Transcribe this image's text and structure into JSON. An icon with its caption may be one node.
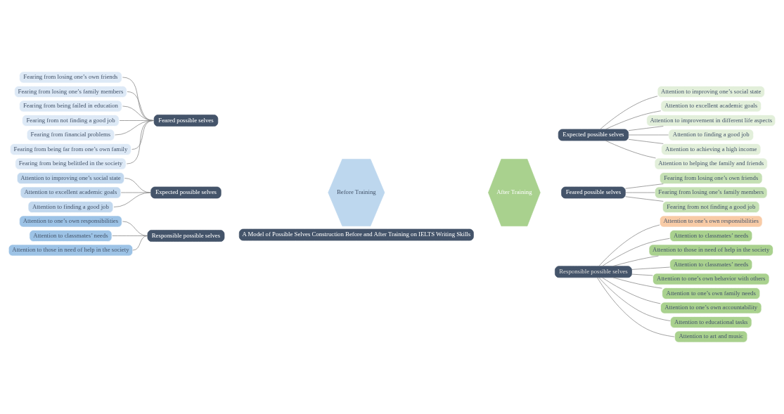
{
  "diagram": {
    "nodes": [
      {
        "text": [
          "A Model of Possible Selves Construction Before and After Training on IELTS Writing Skills"
        ]
      },
      {
        "text": [
          "Before Training"
        ]
      },
      {
        "text": [
          "After Training"
        ]
      },
      {
        "text": [
          "Feared possible selves"
        ]
      },
      {
        "text": [
          "Fearing from losing one’s own friends"
        ]
      },
      {
        "text": [
          "Fearing from losing one’s family members"
        ]
      },
      {
        "text": [
          "Fearing from being failed in education"
        ]
      },
      {
        "text": [
          "Fearing from not finding a good job"
        ]
      },
      {
        "text": [
          "Fearing from financial problems"
        ]
      },
      {
        "text": [
          "Fearing from being far from one’s own family"
        ]
      },
      {
        "text": [
          "Fearing from being belittled in the society"
        ]
      },
      {
        "text": [
          "Expected possible selves"
        ]
      },
      {
        "text": [
          "Attention to improving one’s social state"
        ]
      },
      {
        "text": [
          "Attention to excellent academic goals"
        ]
      },
      {
        "text": [
          "Attention to finding a good job"
        ]
      },
      {
        "text": [
          "Responsible possible selves"
        ]
      },
      {
        "text": [
          "Attention to one’s own responsibilities"
        ]
      },
      {
        "text": [
          "Attention to classmates’ needs"
        ]
      },
      {
        "text": [
          "Attention to those in need of help in the society"
        ]
      },
      {
        "text": [
          "Expected possible selves"
        ]
      },
      {
        "text": [
          "Attention to improving one’s social state"
        ]
      },
      {
        "text": [
          "Attention to excellent academic goals"
        ]
      },
      {
        "text": [
          "Attention to improvement in different life aspects"
        ]
      },
      {
        "text": [
          "Attention to finding a good job"
        ]
      },
      {
        "text": [
          "Attention to achieving a high income"
        ]
      },
      {
        "text": [
          "Attention to helping the family and friends"
        ]
      },
      {
        "text": [
          "Feared possible selves"
        ]
      },
      {
        "text": [
          "Fearing from losing one’s own friends"
        ]
      },
      {
        "text": [
          "Fearing from losing one’s family members"
        ]
      },
      {
        "text": [
          "Fearing from not finding a good job"
        ]
      },
      {
        "text": [
          "Responsible possible selves"
        ]
      },
      {
        "text": [
          "Attention to one’s own responsibilities"
        ]
      },
      {
        "text": [
          "Attention to classmates’ needs"
        ]
      },
      {
        "text": [
          "Attention to those in need of help in the society"
        ]
      },
      {
        "text": [
          "Attention to classmates’ needs"
        ]
      },
      {
        "text": [
          "Attention to one’s own behavior with others"
        ]
      },
      {
        "text": [
          "Attention to one’s own family needs"
        ]
      },
      {
        "text": [
          "Attention to one’s own accountability"
        ]
      },
      {
        "text": [
          "Attention to educational tasks"
        ]
      },
      {
        "text": [
          "Attention to art and music"
        ]
      }
    ],
    "edges": [
      {
        "from": 3,
        "to": 4,
        "arrow": "none"
      },
      {
        "from": 3,
        "to": 5,
        "arrow": "none"
      },
      {
        "from": 3,
        "to": 6,
        "arrow": "none"
      },
      {
        "from": 3,
        "to": 7,
        "arrow": "none"
      },
      {
        "from": 3,
        "to": 8,
        "arrow": "none"
      },
      {
        "from": 3,
        "to": 9,
        "arrow": "none"
      },
      {
        "from": 3,
        "to": 10,
        "arrow": "none"
      },
      {
        "from": 11,
        "to": 12,
        "arrow": "none"
      },
      {
        "from": 11,
        "to": 13,
        "arrow": "none"
      },
      {
        "from": 11,
        "to": 14,
        "arrow": "none"
      },
      {
        "from": 15,
        "to": 16,
        "arrow": "none"
      },
      {
        "from": 15,
        "to": 17,
        "arrow": "none"
      },
      {
        "from": 15,
        "to": 18,
        "arrow": "none"
      },
      {
        "from": 19,
        "to": 20,
        "arrow": "none"
      },
      {
        "from": 19,
        "to": 21,
        "arrow": "none"
      },
      {
        "from": 19,
        "to": 22,
        "arrow": "none"
      },
      {
        "from": 19,
        "to": 23,
        "arrow": "none"
      },
      {
        "from": 19,
        "to": 24,
        "arrow": "none"
      },
      {
        "from": 19,
        "to": 25,
        "arrow": "none"
      },
      {
        "from": 26,
        "to": 27,
        "arrow": "none"
      },
      {
        "from": 26,
        "to": 28,
        "arrow": "none"
      },
      {
        "from": 26,
        "to": 29,
        "arrow": "none"
      },
      {
        "from": 30,
        "to": 31,
        "arrow": "none"
      },
      {
        "from": 30,
        "to": 32,
        "arrow": "none"
      },
      {
        "from": 30,
        "to": 33,
        "arrow": "none"
      },
      {
        "from": 30,
        "to": 34,
        "arrow": "none"
      },
      {
        "from": 30,
        "to": 35,
        "arrow": "none"
      },
      {
        "from": 30,
        "to": 36,
        "arrow": "none"
      },
      {
        "from": 30,
        "to": 37,
        "arrow": "none"
      },
      {
        "from": 30,
        "to": 38,
        "arrow": "none"
      },
      {
        "from": 30,
        "to": 39,
        "arrow": "none"
      }
    ]
  }
}
